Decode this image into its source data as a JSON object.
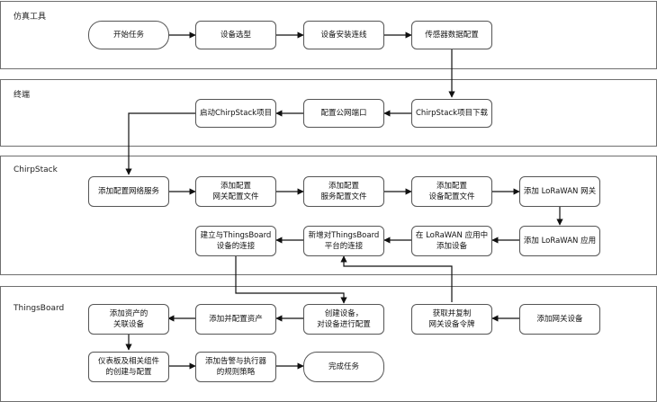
{
  "lanes": {
    "sim": "仿真工具",
    "terminal": "终端",
    "chirpstack": "ChirpStack",
    "thingsboard": "ThingsBoard"
  },
  "nodes": {
    "n1": "开始任务",
    "n2": "设备选型",
    "n3": "设备安装连线",
    "n4": "传感器数据配置",
    "n5": "ChirpStack项目下载",
    "n6": "配置公网端口",
    "n7": "启动ChirpStack项目",
    "n8": "添加配置网络服务",
    "n9": "添加配置\n网关配置文件",
    "n10": "添加配置\n服务配置文件",
    "n11": "添加配置\n设备配置文件",
    "n12": "添加 LoRaWAN 网关",
    "n13": "添加 LoRaWAN 应用",
    "n14": "在 LoRaWAN 应用中\n添加设备",
    "n15": "新增对ThingsBoard\n平台的连接",
    "n16": "建立与ThingsBoard\n设备的连接",
    "n17": "添加网关设备",
    "n18": "获取并复制\n网关设备令牌",
    "n19": "创建设备，\n对设备进行配置",
    "n20": "添加并配置资产",
    "n21": "添加资产的\n关联设备",
    "n22": "仪表板及相关组件\n的创建与配置",
    "n23": "添加告警与执行器\n的规则策略",
    "n24": "完成任务"
  }
}
